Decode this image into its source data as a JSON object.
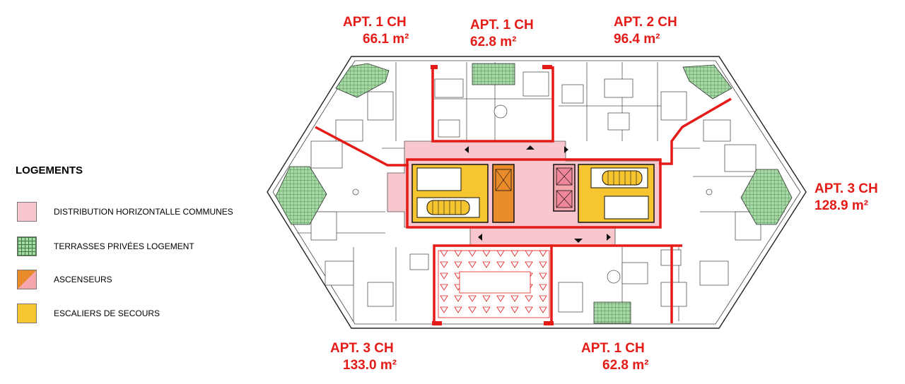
{
  "legend": {
    "title": "LOGEMENTS",
    "items": [
      {
        "label": "DISTRIBUTION HORIZONTALLE COMMUNES",
        "color": "#f7c7cd"
      },
      {
        "label": "TERRASSES PRIVÉES LOGEMENT",
        "color": "#a6d8a6"
      },
      {
        "label": "ASCENSEURS",
        "color": "#e98a2b"
      },
      {
        "label": "ESCALIERS DE SECOURS",
        "color": "#f7c530"
      }
    ]
  },
  "apartments": [
    {
      "name": "APT. 1 CH",
      "area": "66.1 m²"
    },
    {
      "name": "APT. 1 CH",
      "area": "62.8 m²"
    },
    {
      "name": "APT. 2 CH",
      "area": "96.4 m²"
    },
    {
      "name": "APT. 3 CH",
      "area": "128.9 m²"
    },
    {
      "name": "APT. 3 CH",
      "area": "133.0 m²"
    },
    {
      "name": "APT. 1 CH",
      "area": "62.8 m²"
    }
  ],
  "colors": {
    "apartment_outline": "#e41b17",
    "label_red": "#e41b17"
  }
}
